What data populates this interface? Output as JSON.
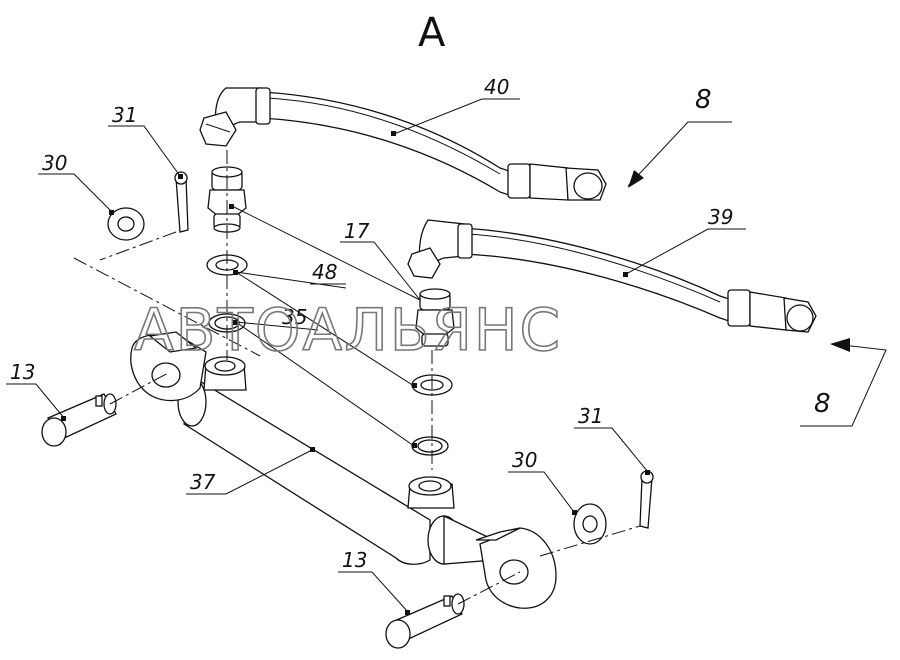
{
  "view_title": "A",
  "watermark": "АВТОАЛЬЯНС",
  "arrow_labels": [
    "8",
    "8"
  ],
  "callouts": {
    "c40": "40",
    "c39": "39",
    "c31a": "31",
    "c30a": "30",
    "c17": "17",
    "c48": "48",
    "c35": "35",
    "c13a": "13",
    "c37": "37",
    "c31b": "31",
    "c30b": "30",
    "c13b": "13"
  }
}
